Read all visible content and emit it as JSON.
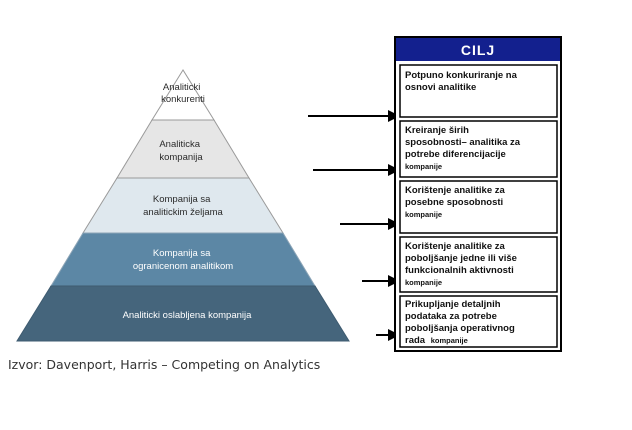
{
  "pyramid": {
    "tiers": [
      {
        "lines": [
          "Analiticki",
          "konkurenti"
        ],
        "color": "#ffffff",
        "text_color": "#2b2b2b"
      },
      {
        "lines": [
          "Analiticka",
          "kompanija"
        ],
        "color": "#e6e6e6",
        "text_color": "#2b2b2b"
      },
      {
        "lines": [
          "Kompanija sa",
          "analitickim željama"
        ],
        "color": "#dfe8ee",
        "text_color": "#2b2b2b"
      },
      {
        "lines": [
          "Kompanija sa",
          "ogranicenom analitikom"
        ],
        "color": "#5c87a5",
        "text_color": "#ffffff"
      },
      {
        "lines": [
          "Analiticki oslabljena kompanija"
        ],
        "color": "#45657c",
        "text_color": "#ffffff"
      }
    ]
  },
  "goals": {
    "title": "CILJ",
    "header_color": "#13208e",
    "items": [
      {
        "lines": [
          "Potpuno konkuriranje na",
          "osnovi analitike"
        ],
        "small": ""
      },
      {
        "lines": [
          "Kreiranje širih",
          "sposobnosti– analitika za",
          "potrebe diferencijacije"
        ],
        "small": "kompanije"
      },
      {
        "lines": [
          "Korištenje analitike za",
          "posebne sposobnosti"
        ],
        "small": "kompanije"
      },
      {
        "lines": [
          "Korištenje analitike za",
          "poboljšanje jedne ili više",
          "funkcionalnih aktivnosti"
        ],
        "small": "kompanije"
      },
      {
        "lines": [
          "Prikupljanje detaljnih",
          "podataka za potrebe",
          "poboljšanja operativnog"
        ],
        "last_prefix": "rada",
        "small": "kompanije"
      }
    ]
  },
  "source": "Izvor: Davenport, Harris – Competing on Analytics"
}
